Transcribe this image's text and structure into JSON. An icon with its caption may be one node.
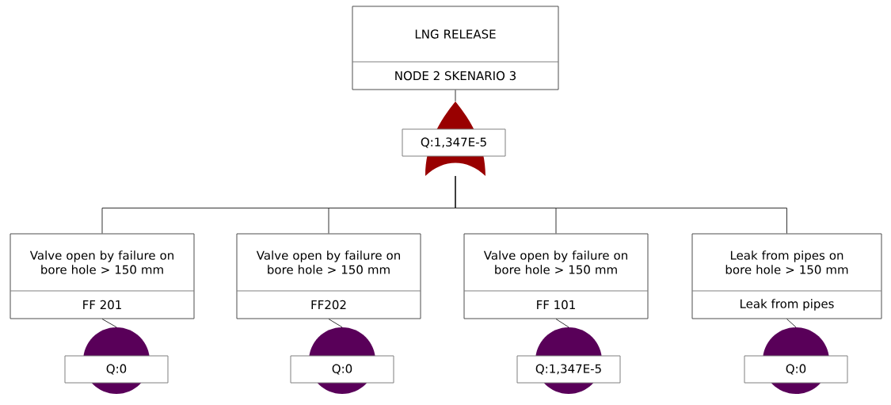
{
  "diagram": {
    "nodes": [
      {
        "text": [
          "LNG RELEASE",
          "NODE 2 SKENARIO 3"
        ]
      },
      {
        "text": [
          "Q:1,347E-5"
        ]
      },
      {
        "text": [
          "Valve open by failure on bore hole > 150 mm",
          "FF 201"
        ]
      },
      {
        "text": [
          "Valve open by failure on bore hole > 150 mm",
          "FF202"
        ]
      },
      {
        "text": [
          "Valve open by failure on bore hole > 150 mm",
          "FF 101"
        ]
      },
      {
        "text": [
          "Leak from pipes on bore hole > 150 mm",
          "Leak from pipes"
        ]
      },
      {
        "text": [
          "Q:0"
        ]
      },
      {
        "text": [
          "Q:0"
        ]
      },
      {
        "text": [
          "Q:1,347E-5"
        ]
      },
      {
        "text": [
          "Q:0"
        ]
      }
    ],
    "edges": [
      {
        "from": 0,
        "to": 1,
        "arrow": "none"
      },
      {
        "from": 1,
        "to": 2,
        "arrow": "none"
      },
      {
        "from": 1,
        "to": 3,
        "arrow": "none"
      },
      {
        "from": 1,
        "to": 4,
        "arrow": "none"
      },
      {
        "from": 1,
        "to": 5,
        "arrow": "none"
      },
      {
        "from": 2,
        "to": 6,
        "arrow": "none"
      },
      {
        "from": 3,
        "to": 7,
        "arrow": "none"
      },
      {
        "from": 4,
        "to": 8,
        "arrow": "none"
      },
      {
        "from": 5,
        "to": 9,
        "arrow": "none"
      }
    ]
  }
}
